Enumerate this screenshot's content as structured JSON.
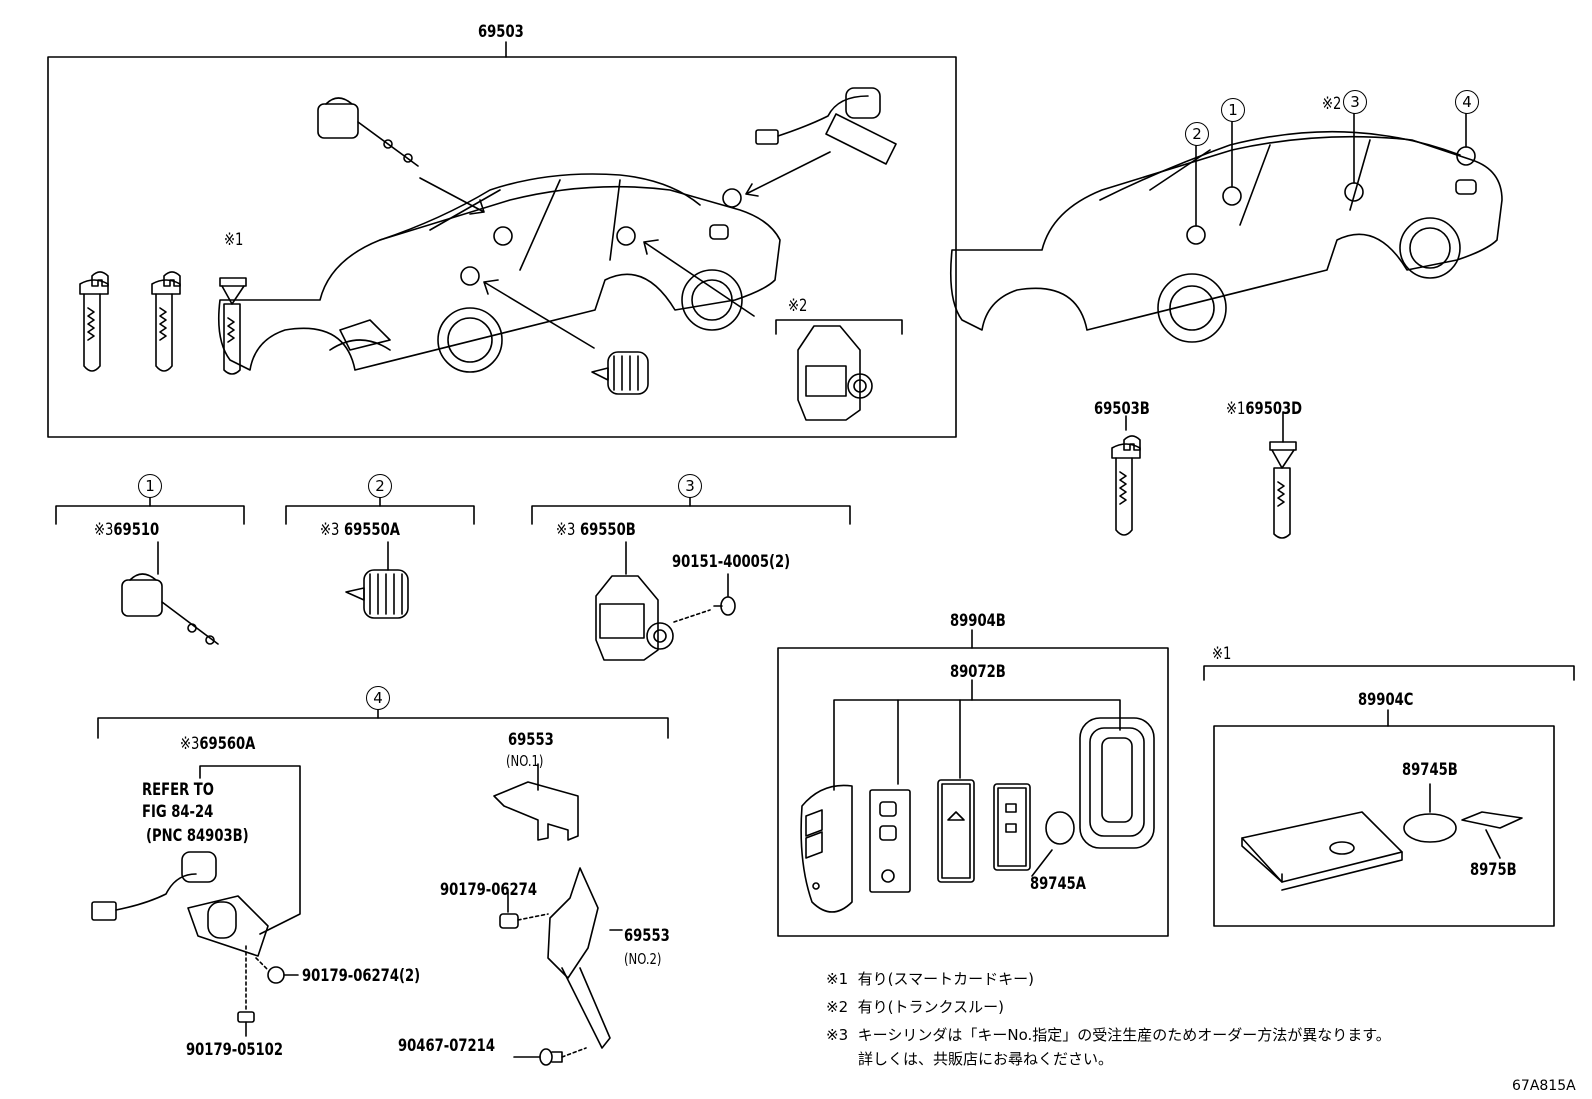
{
  "labels": {
    "main_assembly": "69503",
    "key_b": "69503B",
    "key_d_mark": "※1",
    "key_d": "69503D",
    "mark1_keys": "※1",
    "mark2_trunk": "※2",
    "mark2_car": "※2",
    "c1_part_mark": "※3",
    "c1_part": "69510",
    "c2_part_mark": "※3",
    "c2_part": "69550A",
    "c3_part_mark": "※3",
    "c3_part": "69550B",
    "c3_screw": "90151-40005(2)",
    "c4_part_mark": "※3",
    "c4_part": "69560A",
    "refer_line1": "REFER TO",
    "refer_line2": "FIG 84-24",
    "refer_line3": "(PNC 84903B)",
    "c4_nut_a": "90179-06274(2)",
    "c4_nut_b": "90179-05102",
    "bracket1": "69553",
    "bracket1_no": "(NO.1)",
    "bracket2": "69553",
    "bracket2_no": "(NO.2)",
    "nut_c": "90179-06274",
    "bolt": "90467-07214",
    "smart_key": "89904B",
    "smart_key_sub": "89072B",
    "battery_a": "89745A",
    "card_mark": "※1",
    "card_key": "89904C",
    "battery_b": "89745B",
    "card_sub": "8975B",
    "figure_code": "67A815A"
  },
  "circled": {
    "c1": "1",
    "c2": "2",
    "c3": "3",
    "c4": "4",
    "car_1": "1",
    "car_2": "2",
    "car_3": "3",
    "car_4": "4"
  },
  "notes": {
    "n1_mark": "※1",
    "n1_text": "有り(スマートカードキー)",
    "n2_mark": "※2",
    "n2_text": "有り(トランクスルー)",
    "n3_mark": "※3",
    "n3_text": "キーシリンダは「キーNo.指定」の受注生産のためオーダー方法が異なります。",
    "n3_text2": "詳しくは、共販店にお尋ねください。"
  }
}
